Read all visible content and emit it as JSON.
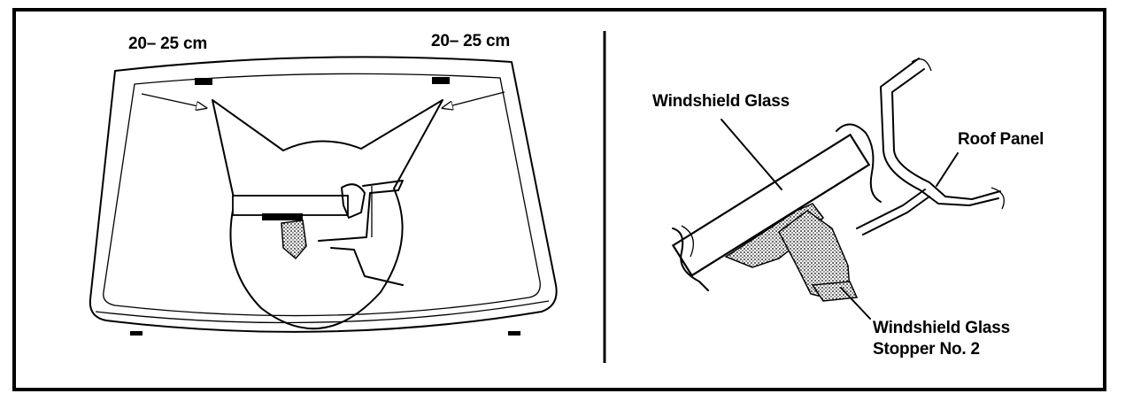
{
  "left_panel": {
    "dim_left": "20– 25 cm",
    "dim_right": "20– 25 cm"
  },
  "right_panel": {
    "label_glass": "Windshield Glass",
    "label_roof": "Roof Panel",
    "label_stopper_line1": "Windshield Glass",
    "label_stopper_line2": "Stopper No. 2"
  },
  "colors": {
    "ink": "#000000",
    "paper": "#ffffff"
  }
}
